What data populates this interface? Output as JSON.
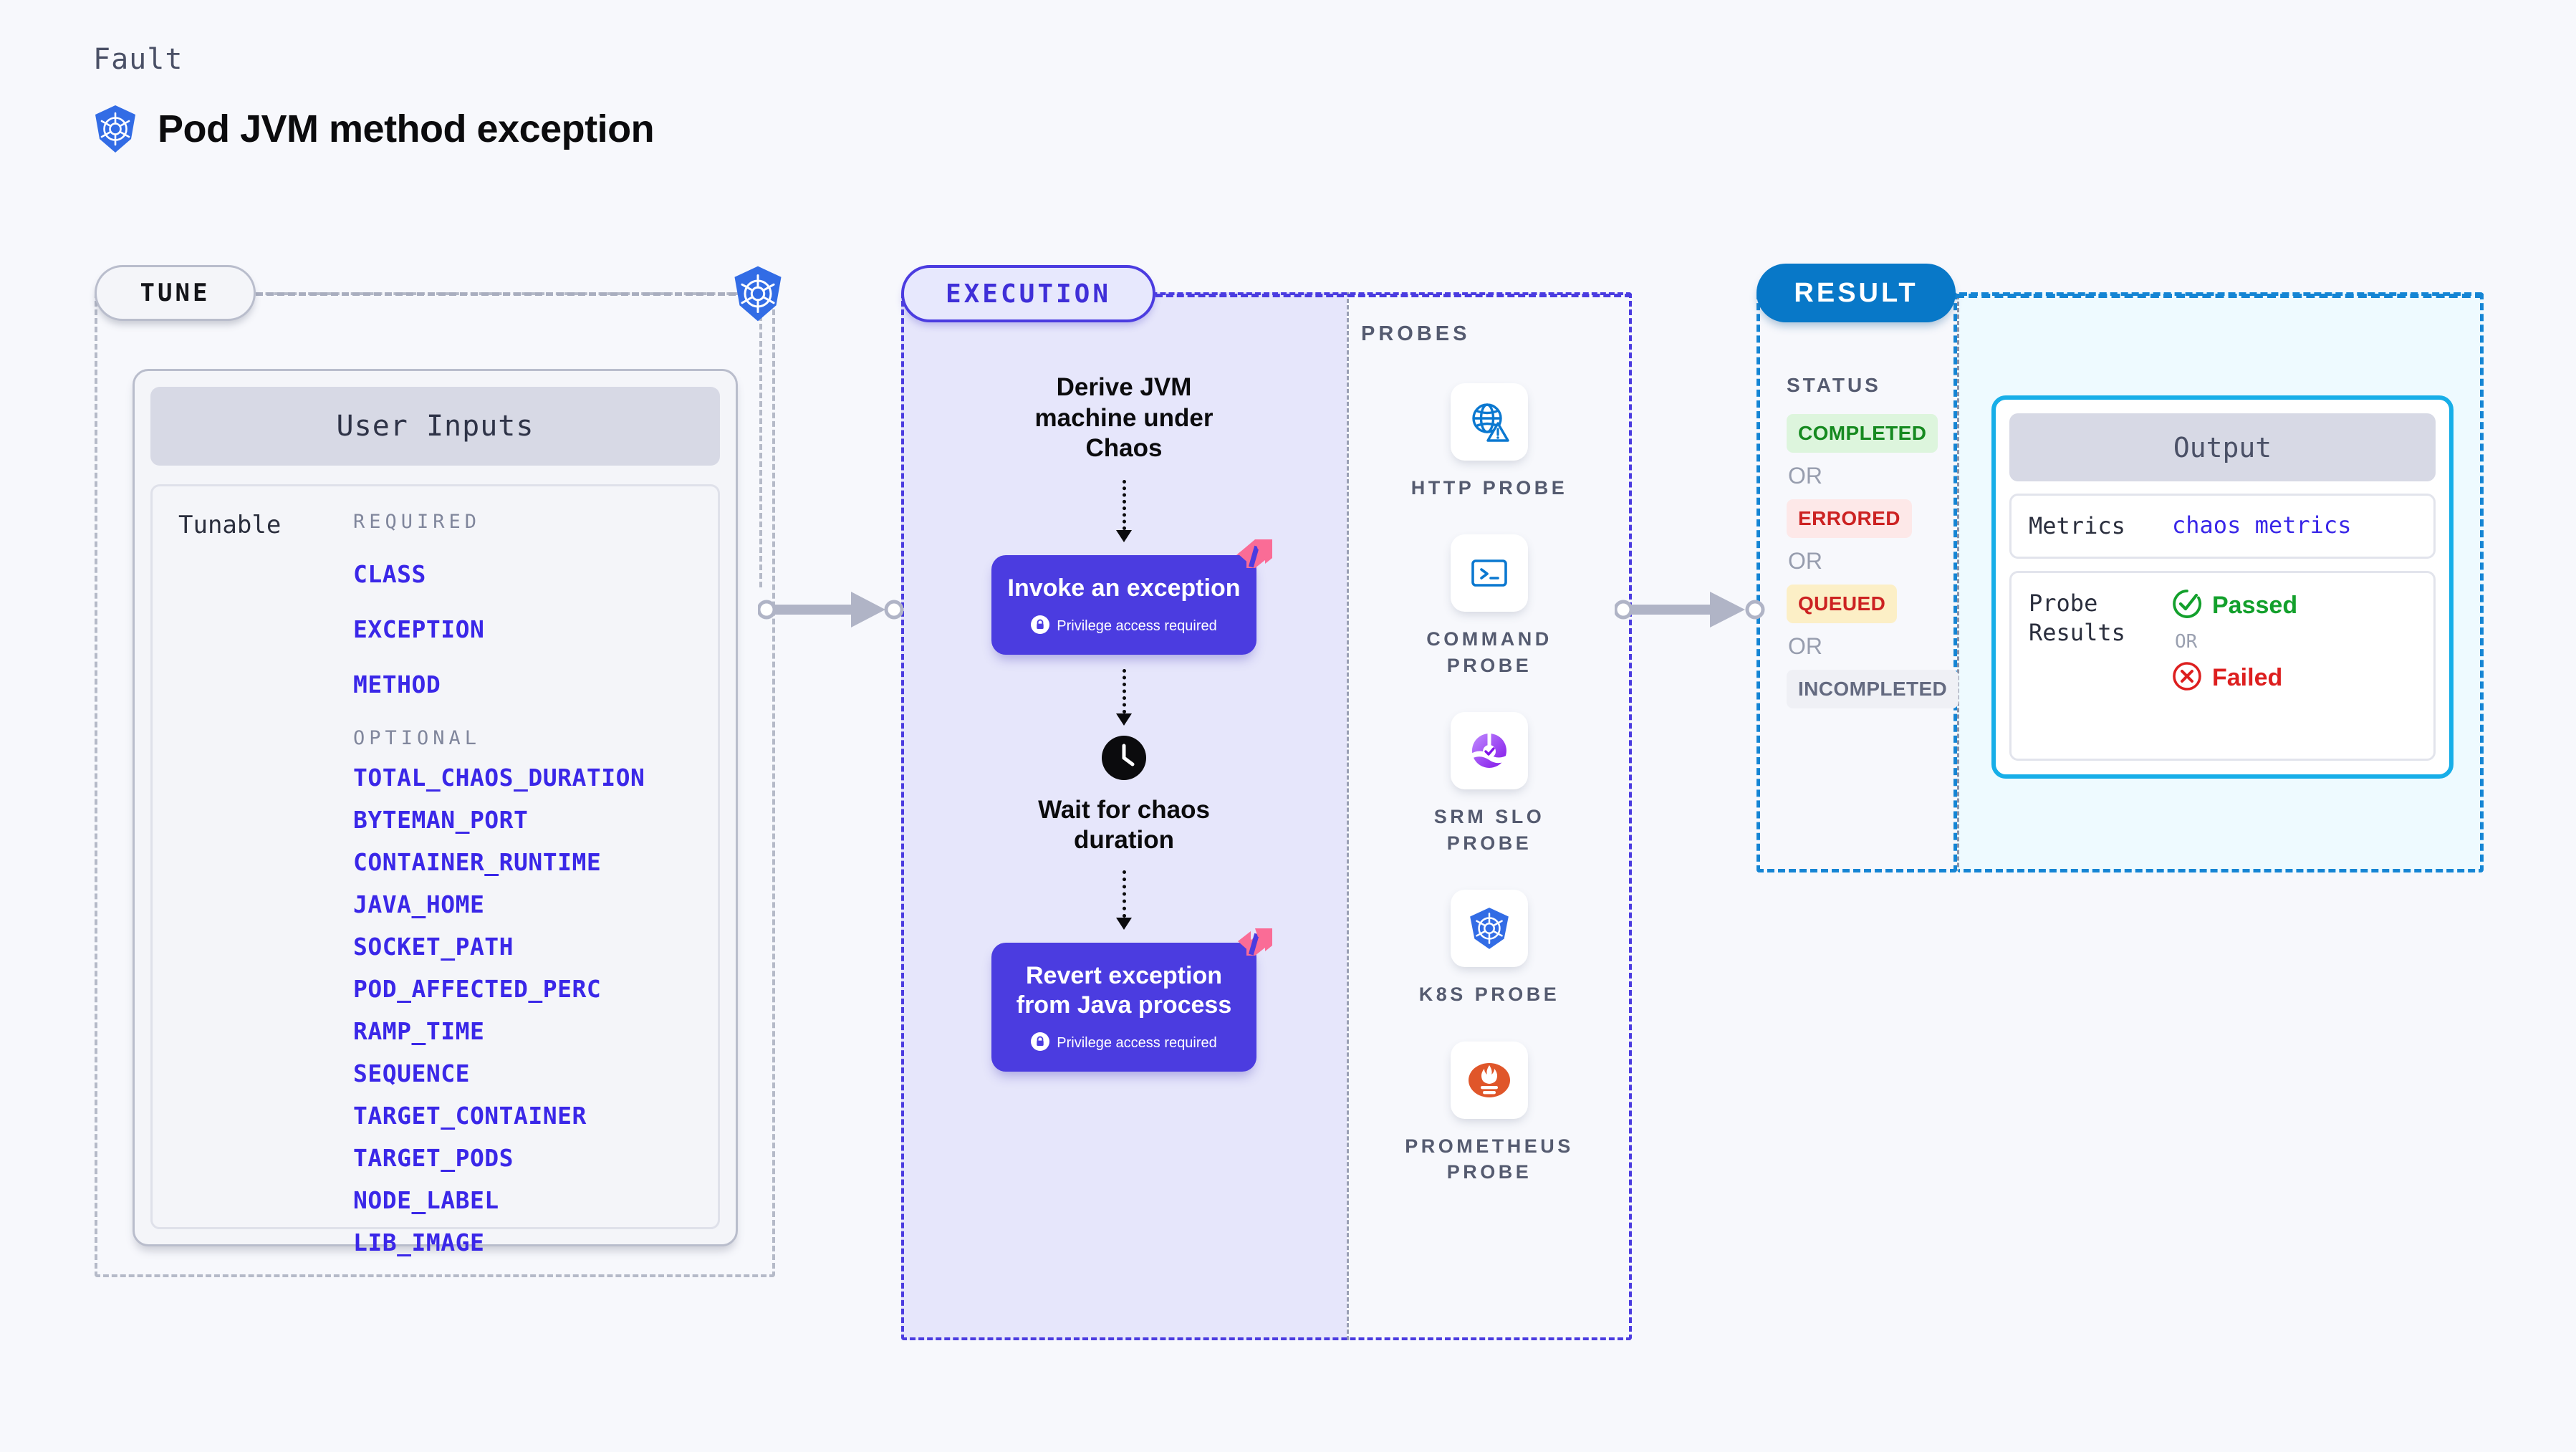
{
  "header": {
    "eyebrow": "Fault",
    "title": "Pod JVM method exception",
    "icon": "kubernetes-icon"
  },
  "colors": {
    "kubernetes_blue": "#326CE5",
    "harness_pink": "#FA6C96",
    "execution_purple": "#4B3CE0",
    "result_blue": "#0878C8",
    "output_cyan": "#17AEE8",
    "param_link": "#3A27E8",
    "status_completed": "#168A20",
    "status_errored": "#CC2222",
    "status_queued": "#CC2222",
    "status_incompleted": "#646A80"
  },
  "stages": {
    "tune": {
      "label": "TUNE"
    },
    "execution": {
      "label": "EXECUTION"
    },
    "result": {
      "label": "RESULT"
    }
  },
  "tune": {
    "card_title": "User Inputs",
    "tunable_label": "Tunable",
    "groups": [
      {
        "heading": "REQUIRED",
        "params": [
          "CLASS",
          "EXCEPTION",
          "METHOD"
        ]
      },
      {
        "heading": "OPTIONAL",
        "params": [
          "TOTAL_CHAOS_DURATION",
          "BYTEMAN_PORT",
          "CONTAINER_RUNTIME",
          "JAVA_HOME",
          "SOCKET_PATH",
          "POD_AFFECTED_PERC",
          "RAMP_TIME",
          "SEQUENCE",
          "TARGET_CONTAINER",
          "TARGET_PODS",
          "NODE_LABEL",
          "LIB_IMAGE"
        ]
      }
    ]
  },
  "execution": {
    "steps": [
      {
        "kind": "title",
        "text": "Derive JVM machine under Chaos"
      },
      {
        "kind": "arrow"
      },
      {
        "kind": "action",
        "title": "Invoke an exception",
        "note": "Privilege access required",
        "note_icon": "lock-icon",
        "badge_icon": "harness-logo-icon"
      },
      {
        "kind": "arrow"
      },
      {
        "kind": "clock",
        "icon": "clock-icon"
      },
      {
        "kind": "title",
        "text": "Wait for chaos duration"
      },
      {
        "kind": "arrow"
      },
      {
        "kind": "action",
        "title": "Revert exception from Java process",
        "note": "Privilege access required",
        "note_icon": "lock-icon",
        "badge_icon": "harness-logo-icon"
      }
    ]
  },
  "probes": {
    "label": "PROBES",
    "items": [
      {
        "name": "HTTP PROBE",
        "icon": "globe-warning-icon"
      },
      {
        "name": "COMMAND PROBE",
        "icon": "terminal-icon"
      },
      {
        "name": "SRM SLO PROBE",
        "icon": "srm-slo-icon"
      },
      {
        "name": "K8S PROBE",
        "icon": "kubernetes-icon"
      },
      {
        "name": "PROMETHEUS PROBE",
        "icon": "prometheus-icon"
      }
    ]
  },
  "result": {
    "status_label": "STATUS",
    "or_label": "OR",
    "statuses": [
      {
        "label": "COMPLETED",
        "bg": "#DDF5DD",
        "fg": "#168A20"
      },
      {
        "label": "ERRORED",
        "bg": "#FDE8E8",
        "fg": "#CC2222"
      },
      {
        "label": "QUEUED",
        "bg": "#FCEFC6",
        "fg": "#CC2222"
      },
      {
        "label": "INCOMPLETED",
        "bg": "#EFF0F5",
        "fg": "#646A80"
      }
    ]
  },
  "output": {
    "title": "Output",
    "rows": [
      {
        "key": "Metrics",
        "value": "chaos metrics"
      },
      {
        "key": "Probe Results",
        "pass": "Passed",
        "or": "OR",
        "fail": "Failed",
        "pass_icon": "check-circle-icon",
        "fail_icon": "x-circle-icon"
      }
    ]
  }
}
